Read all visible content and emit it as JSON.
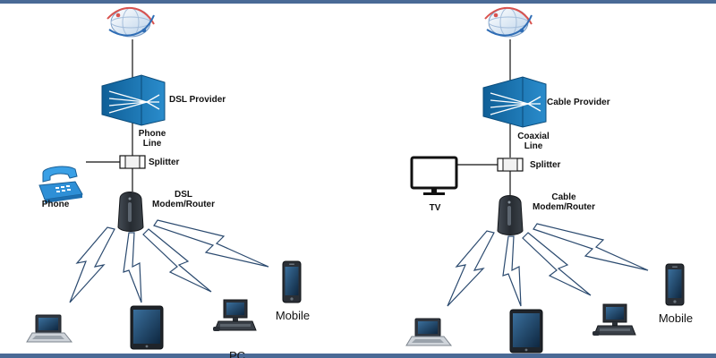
{
  "colors": {
    "frame_border": "#4a6a96",
    "provider_blue": "#1a74b0",
    "phone_blue": "#2e8fd6",
    "modem_dark": "#2a2f36",
    "bolt_stroke": "#2b4a6f"
  },
  "dsl": {
    "provider_label": "DSL Provider",
    "line_label": [
      "Phone",
      "Line"
    ],
    "splitter_label": "Splitter",
    "side_device_label": "Phone",
    "modem_label": [
      "DSL",
      "Modem/Router"
    ],
    "mobile_label": "Mobile",
    "pc_label": "PC"
  },
  "cable": {
    "provider_label": "Cable Provider",
    "line_label": [
      "Coaxial",
      "Line"
    ],
    "splitter_label": "Splitter",
    "side_device_label": "TV",
    "modem_label": [
      "Cable",
      "Modem/Router"
    ],
    "mobile_label": "Mobile"
  },
  "icons": {
    "internet": "globe-network-icon",
    "provider": "provider-switch-icon",
    "splitter": "splitter-icon",
    "phone": "telephone-icon",
    "tv": "tv-monitor-icon",
    "modem": "modem-router-icon",
    "laptop": "laptop-icon",
    "tablet": "tablet-icon",
    "pc": "desktop-pc-icon",
    "mobile": "smartphone-icon",
    "wireless": "wireless-bolt-icon"
  }
}
